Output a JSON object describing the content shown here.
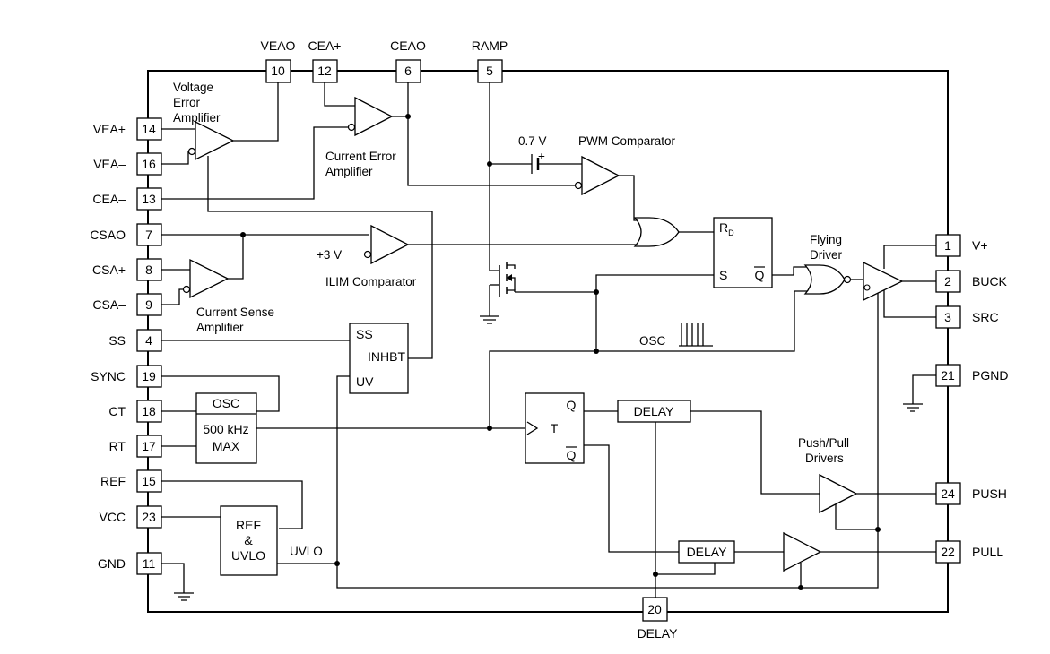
{
  "pins_left": [
    {
      "num": "14",
      "name": "VEA+"
    },
    {
      "num": "16",
      "name": "VEA–"
    },
    {
      "num": "13",
      "name": "CEA–"
    },
    {
      "num": "7",
      "name": "CSAO"
    },
    {
      "num": "8",
      "name": "CSA+"
    },
    {
      "num": "9",
      "name": "CSA–"
    },
    {
      "num": "4",
      "name": "SS"
    },
    {
      "num": "19",
      "name": "SYNC"
    },
    {
      "num": "18",
      "name": "CT"
    },
    {
      "num": "17",
      "name": "RT"
    },
    {
      "num": "15",
      "name": "REF"
    },
    {
      "num": "23",
      "name": "VCC"
    },
    {
      "num": "11",
      "name": "GND"
    }
  ],
  "pins_top": [
    {
      "num": "10",
      "name": "VEAO"
    },
    {
      "num": "12",
      "name": "CEA+"
    },
    {
      "num": "6",
      "name": "CEAO"
    },
    {
      "num": "5",
      "name": "RAMP"
    }
  ],
  "pins_right": [
    {
      "num": "1",
      "name": "V+"
    },
    {
      "num": "2",
      "name": "BUCK"
    },
    {
      "num": "3",
      "name": "SRC"
    },
    {
      "num": "21",
      "name": "PGND"
    },
    {
      "num": "24",
      "name": "PUSH"
    },
    {
      "num": "22",
      "name": "PULL"
    }
  ],
  "pin_bottom": {
    "num": "20",
    "name": "DELAY"
  },
  "labels": {
    "vea_1": "Voltage",
    "vea_2": "Error",
    "vea_3": "Amplifier",
    "cea_1": "Current Error",
    "cea_2": "Amplifier",
    "csa_1": "Current Sense",
    "csa_2": "Amplifier",
    "ilim": "ILIM Comparator",
    "pwm": "PWM Comparator",
    "v07": "0.7 V",
    "plus": "+",
    "v3": "+3 V",
    "flying_1": "Flying",
    "flying_2": "Driver",
    "pushpull_1": "Push/Pull",
    "pushpull_2": "Drivers",
    "osc_label": "OSC",
    "uvlo_label": "UVLO"
  },
  "blocks": {
    "ss_in": "SS",
    "inhbt": "INHBT",
    "uv": "UV",
    "osc_title": "OSC",
    "osc_freq": "500 kHz",
    "osc_max": "MAX",
    "ref_1": "REF",
    "ref_2": "&",
    "ref_3": "UVLO",
    "ff_rd": "R",
    "ff_rd_sub": "D",
    "ff_s": "S",
    "ff_q": "Q",
    "tff_t": "T",
    "tff_q": "Q",
    "tff_qbar": "Q",
    "delay1": "DELAY",
    "delay2": "DELAY"
  }
}
